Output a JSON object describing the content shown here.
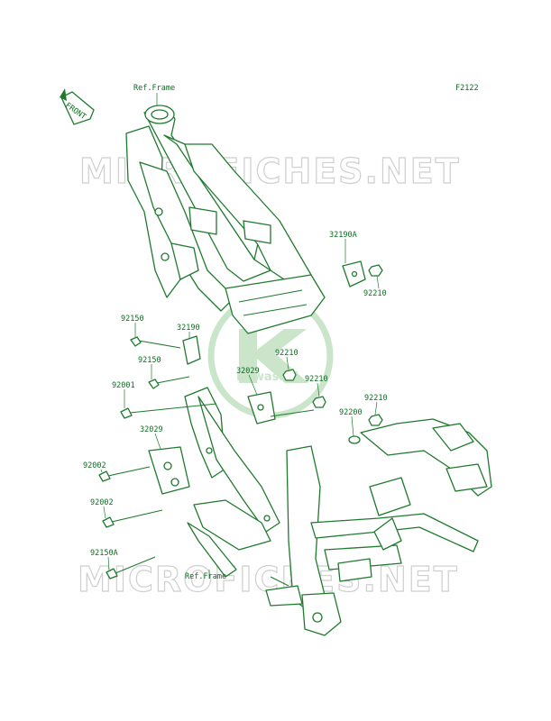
{
  "diagram_code": "F2122",
  "front_label": "FRONT",
  "watermark": {
    "text": "MICROFICHES.NET",
    "logo_text": "Kawasaki"
  },
  "refs": [
    {
      "id": "ref-frame-top",
      "text": "Ref.Frame"
    },
    {
      "id": "ref-frame-bottom",
      "text": "Ref.Frame"
    }
  ],
  "parts": [
    {
      "id": "p32190A",
      "text": "32190A"
    },
    {
      "id": "p92210a",
      "text": "92210"
    },
    {
      "id": "p92150a",
      "text": "92150"
    },
    {
      "id": "p32190",
      "text": "32190"
    },
    {
      "id": "p92150b",
      "text": "92150"
    },
    {
      "id": "p92210b",
      "text": "92210"
    },
    {
      "id": "p32029a",
      "text": "32029"
    },
    {
      "id": "p92210c",
      "text": "92210"
    },
    {
      "id": "p92001",
      "text": "92001"
    },
    {
      "id": "p92210d",
      "text": "92210"
    },
    {
      "id": "p92200",
      "text": "92200"
    },
    {
      "id": "p32029b",
      "text": "32029"
    },
    {
      "id": "p92002a",
      "text": "92002"
    },
    {
      "id": "p92002b",
      "text": "92002"
    },
    {
      "id": "p92150A",
      "text": "92150A"
    }
  ],
  "colors": {
    "line": "#1f7a2e",
    "label": "#0a6e1e",
    "watermark": "#cfcfcf"
  }
}
